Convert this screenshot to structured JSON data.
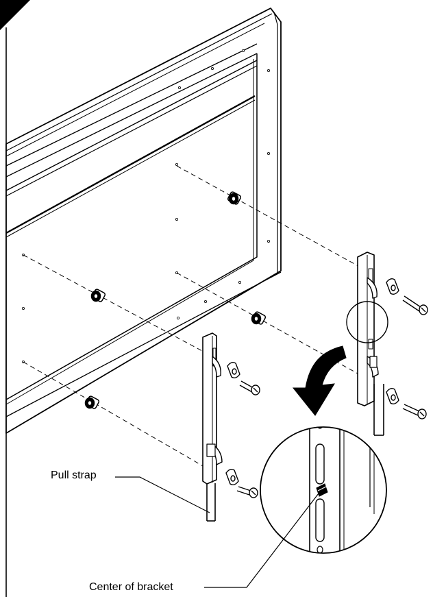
{
  "labels": {
    "pull_strap": "Pull strap",
    "center_of_bracket": "Center of bracket"
  },
  "colors": {
    "ink": "#000000",
    "paper": "#ffffff"
  },
  "icons": {
    "corner_marker": "step-corner-triangle",
    "arrow": "curved-arrow-down-left"
  }
}
